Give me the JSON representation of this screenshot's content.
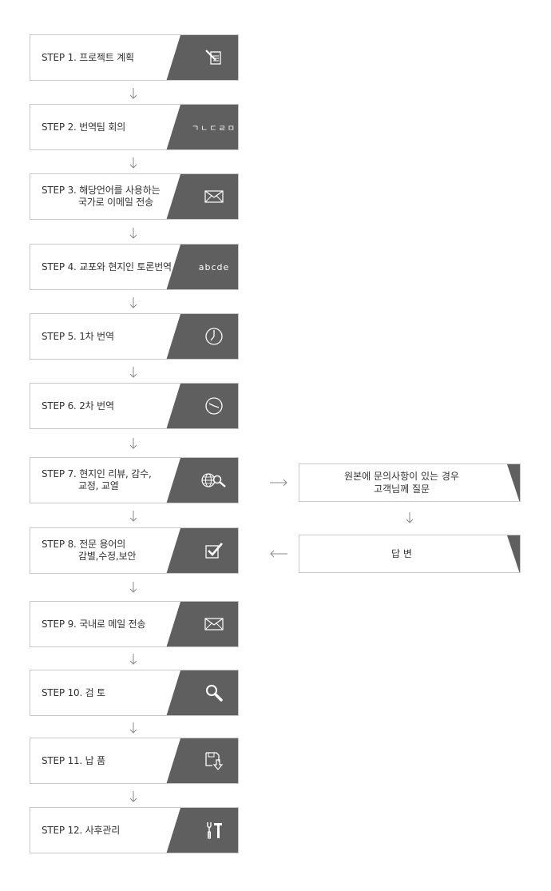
{
  "colors": {
    "tab": "#5f5f5f",
    "border": "#c8c8c8",
    "text": "#333333",
    "arrow": "#888888"
  },
  "steps": [
    {
      "line1": "STEP 1. 프로젝트 계획",
      "line2": "",
      "icon": "document-pen-icon"
    },
    {
      "line1": "STEP 2. 번역팀 회의",
      "line2": "",
      "icon": "korean-letters-icon",
      "icon_text": "ㄱㄴㄷㄹㅁ"
    },
    {
      "line1": "STEP 3. 해당언어를 사용하는",
      "line2": "국가로 이메일 전송",
      "icon": "envelope-icon"
    },
    {
      "line1": "STEP 4. 교포와 현지인 토론번역",
      "line2": "",
      "icon": "latin-letters-icon",
      "icon_text": "abcde"
    },
    {
      "line1": "STEP 5. 1차 번역",
      "line2": "",
      "icon": "clock-icon"
    },
    {
      "line1": "STEP 6. 2차 번역",
      "line2": "",
      "icon": "clock-icon"
    },
    {
      "line1": "STEP 7. 현지인 리뷰, 감수,",
      "line2": "교정, 교열",
      "icon": "globe-search-icon"
    },
    {
      "line1": "STEP 8. 전문 용어의",
      "line2": "감별,수정,보안",
      "icon": "checkbox-icon"
    },
    {
      "line1": "STEP 9. 국내로 메일 전송",
      "line2": "",
      "icon": "envelope-icon"
    },
    {
      "line1": "STEP 10. 검 토",
      "line2": "",
      "icon": "magnifier-icon"
    },
    {
      "line1": "STEP 11. 납 품",
      "line2": "",
      "icon": "save-download-icon"
    },
    {
      "line1": "STEP 12. 사후관리",
      "line2": "",
      "icon": "tools-icon"
    }
  ],
  "side_boxes": [
    {
      "line1": "원본에 문의사항이 있는 경우",
      "line2": "고객님께 질문"
    },
    {
      "line1": "답 변",
      "line2": ""
    }
  ]
}
